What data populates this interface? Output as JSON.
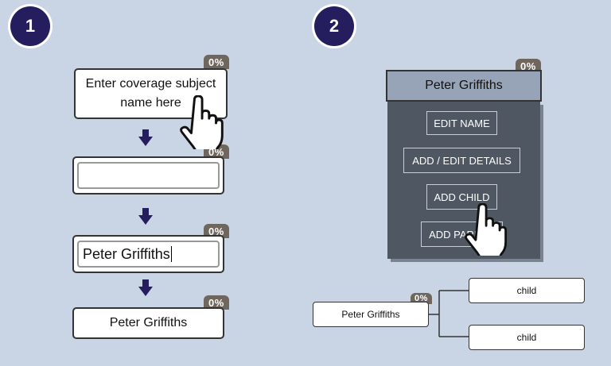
{
  "steps": {
    "one": "1",
    "two": "2"
  },
  "panel1": {
    "prompt_line1": "Enter coverage subject",
    "prompt_line2": "name here",
    "badge": "0%",
    "typed_value": "Peter Griffiths",
    "saved_name": "Peter Griffiths"
  },
  "panel2": {
    "header_name": "Peter Griffiths",
    "badge": "0%",
    "menu": {
      "edit_name": "EDIT NAME",
      "add_edit_details": "ADD / EDIT DETAILS",
      "add_child": "ADD CHILD",
      "add_parent": "ADD PARENT"
    },
    "tree": {
      "root": "Peter Griffiths",
      "badge": "0%",
      "children": [
        "child",
        "child"
      ]
    }
  },
  "colors": {
    "background": "#c9d4e4",
    "step_circle": "#241d5e",
    "badge": "#6f665e",
    "menu_bg": "#4f5763",
    "header_bg": "#97a3b6",
    "arrow": "#241d5e"
  }
}
